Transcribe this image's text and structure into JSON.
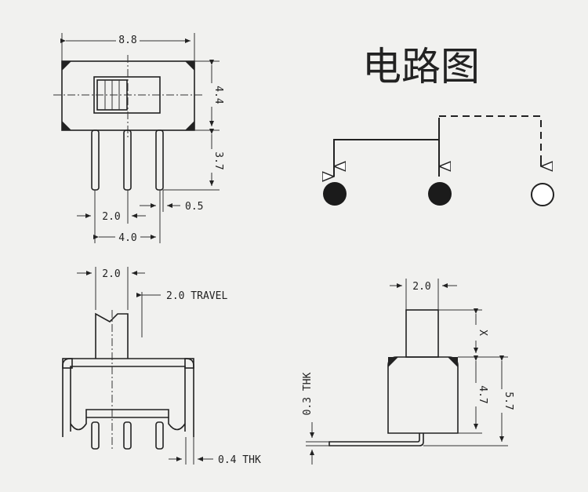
{
  "title": "电路图",
  "top_view": {
    "width_label": "8.8",
    "height_label": "4.4",
    "pin_length_label": "3.7",
    "pin_pitch_label": "2.0",
    "pin_span_label": "4.0",
    "pin_width_label": "0.5"
  },
  "front_view": {
    "actuator_width_label": "2.0",
    "travel_label": "2.0 TRAVEL",
    "pin_thickness_label": "0.4 THK"
  },
  "side_view": {
    "actuator_width_label": "2.0",
    "actuator_height_label": "X",
    "body_height_label": "4.7",
    "total_height_label": "5.7",
    "pin_thickness_label": "0.3 THK"
  }
}
